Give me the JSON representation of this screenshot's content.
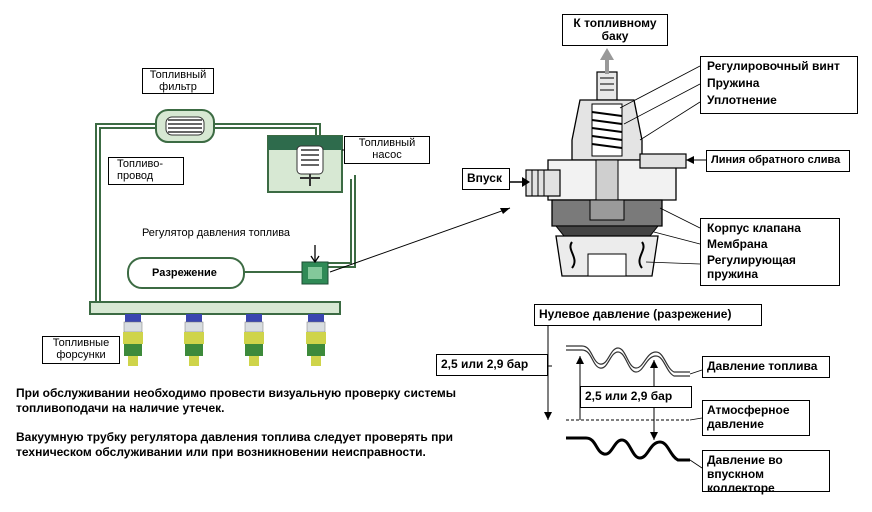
{
  "left": {
    "fuel_filter": "Топливный фильтр",
    "fuel_line": "Топливо-провод",
    "fuel_pump": "Топливный насос",
    "regulator": "Регулятор давления топлива",
    "vacuum": "Разрежение",
    "injectors": "Топливные форсунки"
  },
  "notes": {
    "p1": "При обслуживании необходимо провести визуальную проверку системы топливоподачи на наличие утечек.",
    "p2": "Вакуумную трубку регулятора давления топлива следует проверять при техническом обслуживании или при возникновении неисправности."
  },
  "valve": {
    "to_tank": "К топливному баку",
    "adjust_screw": "Регулировочный винт",
    "spring": "Пружина",
    "seal": "Уплотнение",
    "inlet": "Впуск",
    "return_line": "Линия обратного слива",
    "valve_body": "Корпус клапана",
    "membrane": "Мембрана",
    "reg_spring": "Регулирующая пружина"
  },
  "pressure_graph": {
    "zero_pressure": "Нулевое давление (разрежение)",
    "value_left": "2,5 или 2,9 бар",
    "value_right": "2,5 или 2,9 бар",
    "fuel_pressure": "Давление топлива",
    "atmospheric": "Атмосферное давление",
    "manifold": "Давление во впускном коллекторе"
  },
  "colors": {
    "system_line": "#3c6b43",
    "system_fill": "#d7e8d3",
    "pump_dark": "#2e6b4c",
    "injector_blue": "#3a45b0",
    "injector_yellow": "#cfd44a",
    "injector_green": "#3d8a3b"
  }
}
